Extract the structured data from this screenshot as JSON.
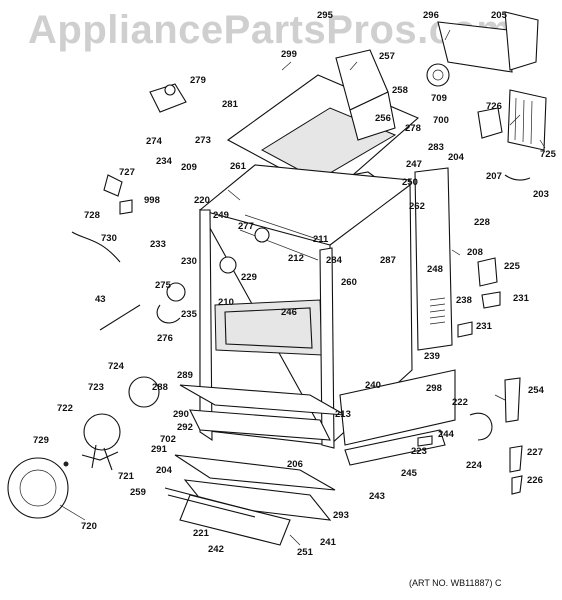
{
  "watermark": "AppliancePartsPros.com",
  "art_number": "(ART NO. WB11887) C",
  "part_labels": [
    "295",
    "296",
    "205",
    "299",
    "257",
    "279",
    "258",
    "709",
    "281",
    "256",
    "278",
    "726",
    "700",
    "274",
    "273",
    "283",
    "204",
    "725",
    "261",
    "247",
    "234",
    "209",
    "727",
    "250",
    "207",
    "203",
    "220",
    "262",
    "998",
    "728",
    "249",
    "277",
    "228",
    "211",
    "730",
    "233",
    "208",
    "284",
    "212",
    "230",
    "287",
    "225",
    "229",
    "248",
    "275",
    "260",
    "43",
    "238",
    "231",
    "235",
    "210",
    "246",
    "231",
    "276",
    "239",
    "724",
    "289",
    "298",
    "288",
    "254",
    "240",
    "723",
    "722",
    "290",
    "213",
    "222",
    "292",
    "729",
    "702",
    "291",
    "244",
    "223",
    "721",
    "204",
    "206",
    "245",
    "224",
    "227",
    "226",
    "259",
    "243",
    "720",
    "293",
    "221",
    "241",
    "242",
    "251"
  ]
}
